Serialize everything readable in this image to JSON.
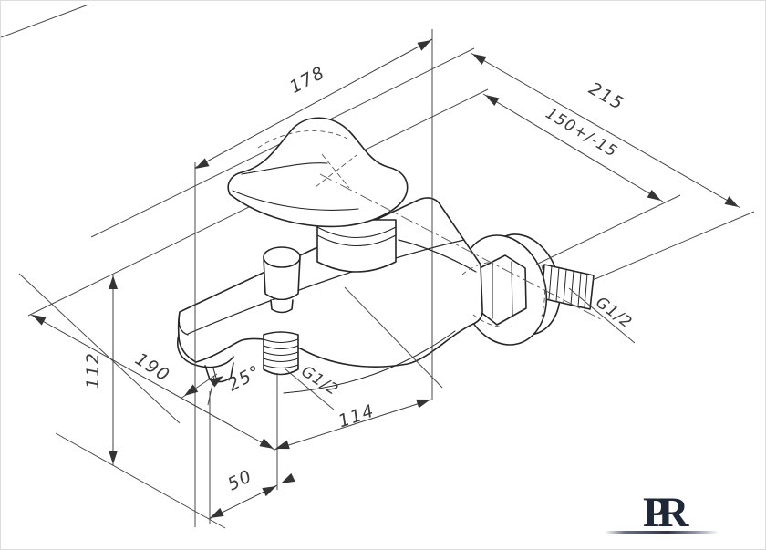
{
  "page": {
    "background": "#ffffff",
    "border_color": "#dcdcdc"
  },
  "drawing": {
    "subject": "wall-mounted-bath-mixer-dimensional-diagram",
    "line_color": "#4a4a4a",
    "body_line_color": "#262626",
    "text_color": "#3a3a3a"
  },
  "dimensions": {
    "top_width": {
      "label": "178"
    },
    "overall_depth": {
      "label": "215"
    },
    "wall_connection_spacing": {
      "label": "150+/-15"
    },
    "body_height": {
      "label": "112"
    },
    "wall_to_spout": {
      "label": "190"
    },
    "spout_angle": {
      "label": "25°"
    },
    "bottom_outlet_thread": {
      "label": "G1/2"
    },
    "wall_thread": {
      "label": "G1/2"
    },
    "outlet_to_wall": {
      "label": "114"
    },
    "spout_to_outlet": {
      "label": "50"
    }
  },
  "logo": {
    "monogram": "PR",
    "color": "#1f2838"
  }
}
